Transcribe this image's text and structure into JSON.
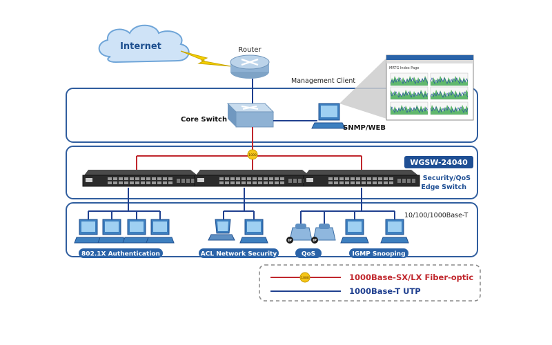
{
  "labels": {
    "internet": "Internet",
    "router": "Router",
    "management_client": "Management Client",
    "core_switch": "Core Switch",
    "snmp_web": "SNMP/WEB",
    "model": "WGSW-24040",
    "edge_line1": "Security/QoS",
    "edge_line2": "Edge Switch",
    "base_t": "10/100/1000Base-T",
    "fiber_badge": "1000"
  },
  "sections": [
    {
      "label": "802.1X Authentication"
    },
    {
      "label": "ACL Network Security"
    },
    {
      "label": "QoS"
    },
    {
      "label": "IGMP Snooping"
    }
  ],
  "phone_badges": [
    "IP",
    "IP"
  ],
  "screen_title": "MRTG Index Page",
  "legend": {
    "fiber_label": "1000Base-SX/LX Fiber-optic",
    "fiber_badge": "1000",
    "utp_label": "1000Base-T UTP"
  },
  "colors": {
    "fiber": "#c0272d",
    "utp": "#1f3f8f",
    "panel_border": "#2f5d9e",
    "tag_fill": "#2a63a8",
    "model_fill": "#1f4f94",
    "edge_text": "#1f4f94",
    "badge_fill": "#f5c518",
    "legend_fiber_text": "#c0272d",
    "legend_utp_text": "#1f3f8f"
  }
}
